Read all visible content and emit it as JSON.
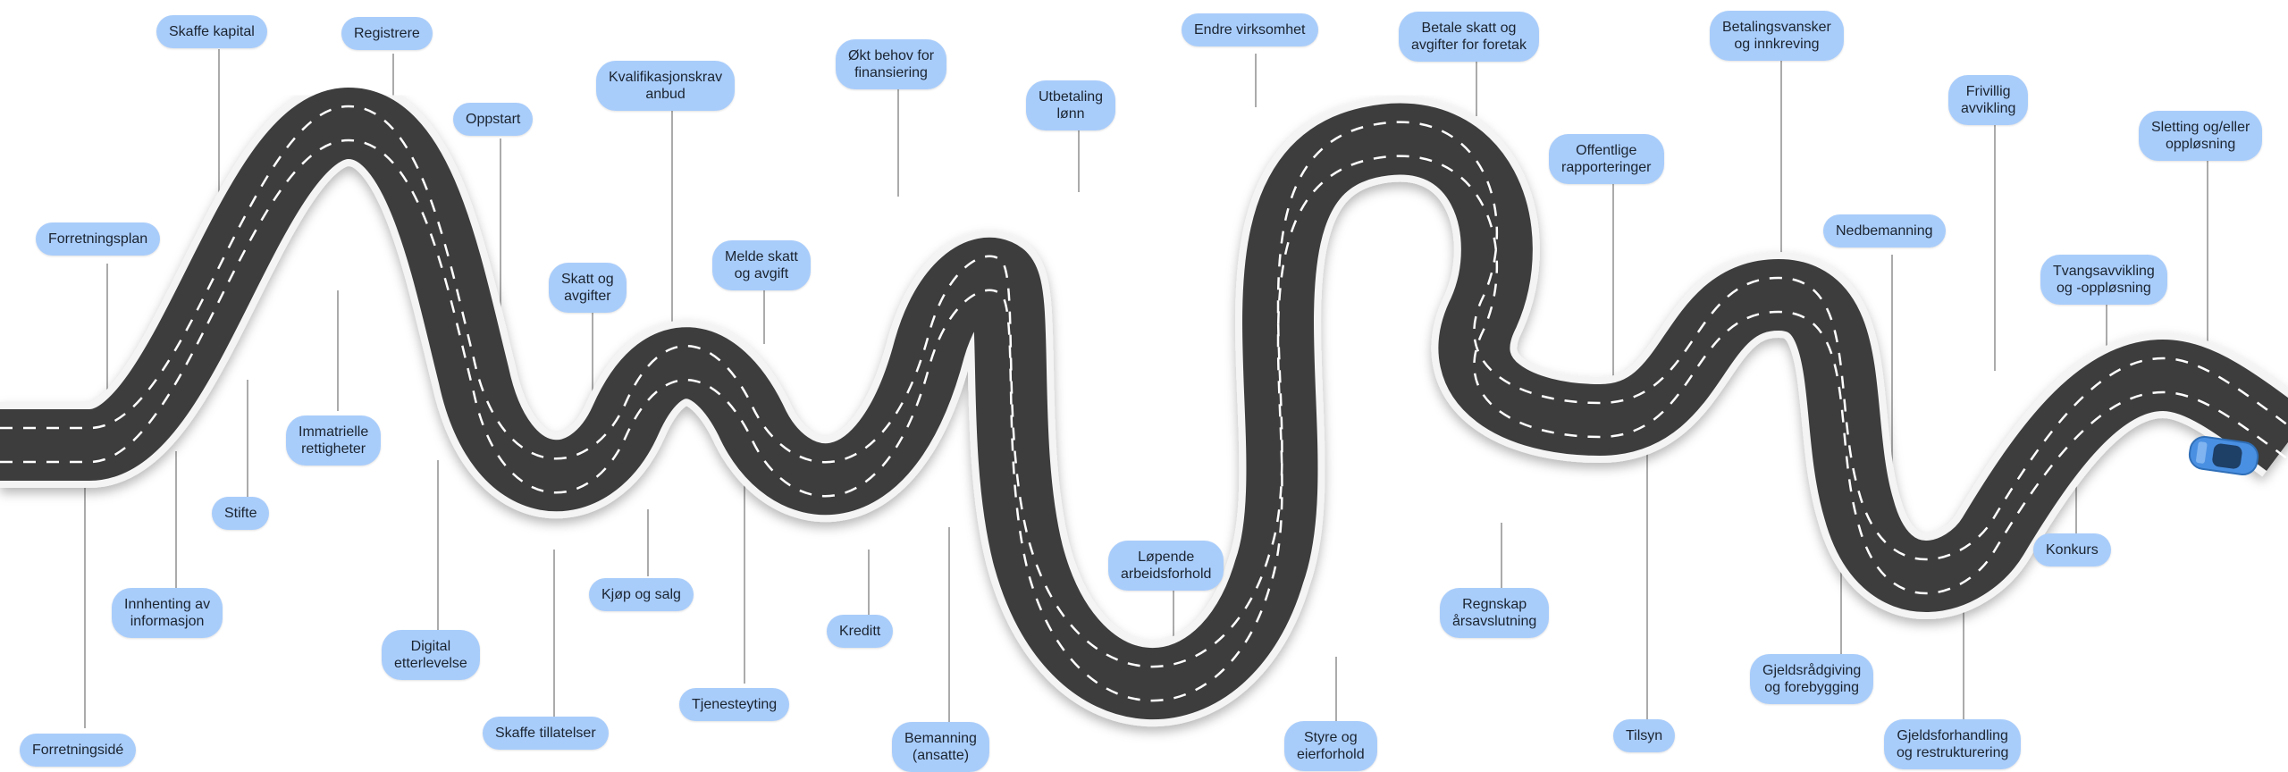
{
  "labels": {
    "forretningsplan": "Forretningsplan",
    "forretningside": "Forretningsidé",
    "innhenting": "Innhenting av\ninformasjon",
    "skaffe_kapital": "Skaffe kapital",
    "stifte": "Stifte",
    "immaterielle": "Immatrielle\nrettigheter",
    "registrere": "Registrere",
    "digital": "Digital\netterlevelse",
    "oppstart": "Oppstart",
    "skaffe_tillatelser": "Skaffe tillatelser",
    "skatt_avgifter": "Skatt og\navgifter",
    "kvalifikasjonskrav": "Kvalifikasjonskrav\nanbud",
    "kjop_salg": "Kjøp og salg",
    "melde_skatt": "Melde skatt\nog avgift",
    "tjenesteyting": "Tjenesteyting",
    "okt_behov": "Økt behov for\nfinansiering",
    "kreditt": "Kreditt",
    "bemanning": "Bemanning\n(ansatte)",
    "utbetaling": "Utbetaling\nlønn",
    "lopende": "Løpende\narbeidsforhold",
    "endre_virksomhet": "Endre virksomhet",
    "styre": "Styre og\neierforhold",
    "betale_skatt": "Betale skatt og\navgifter for foretak",
    "regnskap": "Regnskap\nårsavslutning",
    "offentlige": "Offentlige\nrapporteringer",
    "tilsyn": "Tilsyn",
    "betalingsvansker": "Betalingsvansker\nog innkreving",
    "nedbemanning": "Nedbemanning",
    "gjeldsradgiving": "Gjeldsrådgiving\nog forebygging",
    "frivillig": "Frivillig\navvikling",
    "gjeldsforhandling": "Gjeldsforhandling\nog restrukturering",
    "tvangsavvikling": "Tvangsavvikling\nog -oppløsning",
    "konkurs": "Konkurs",
    "sletting": "Sletting og/eller\noppløsning"
  },
  "colors": {
    "tag_fill": "#a9cdfb",
    "road": "#3d3d3d",
    "road_edge": "#f4f4f4",
    "lane_marking": "#ffffff",
    "leader_line": "#8f8f8f",
    "car": "#4a90e2"
  }
}
